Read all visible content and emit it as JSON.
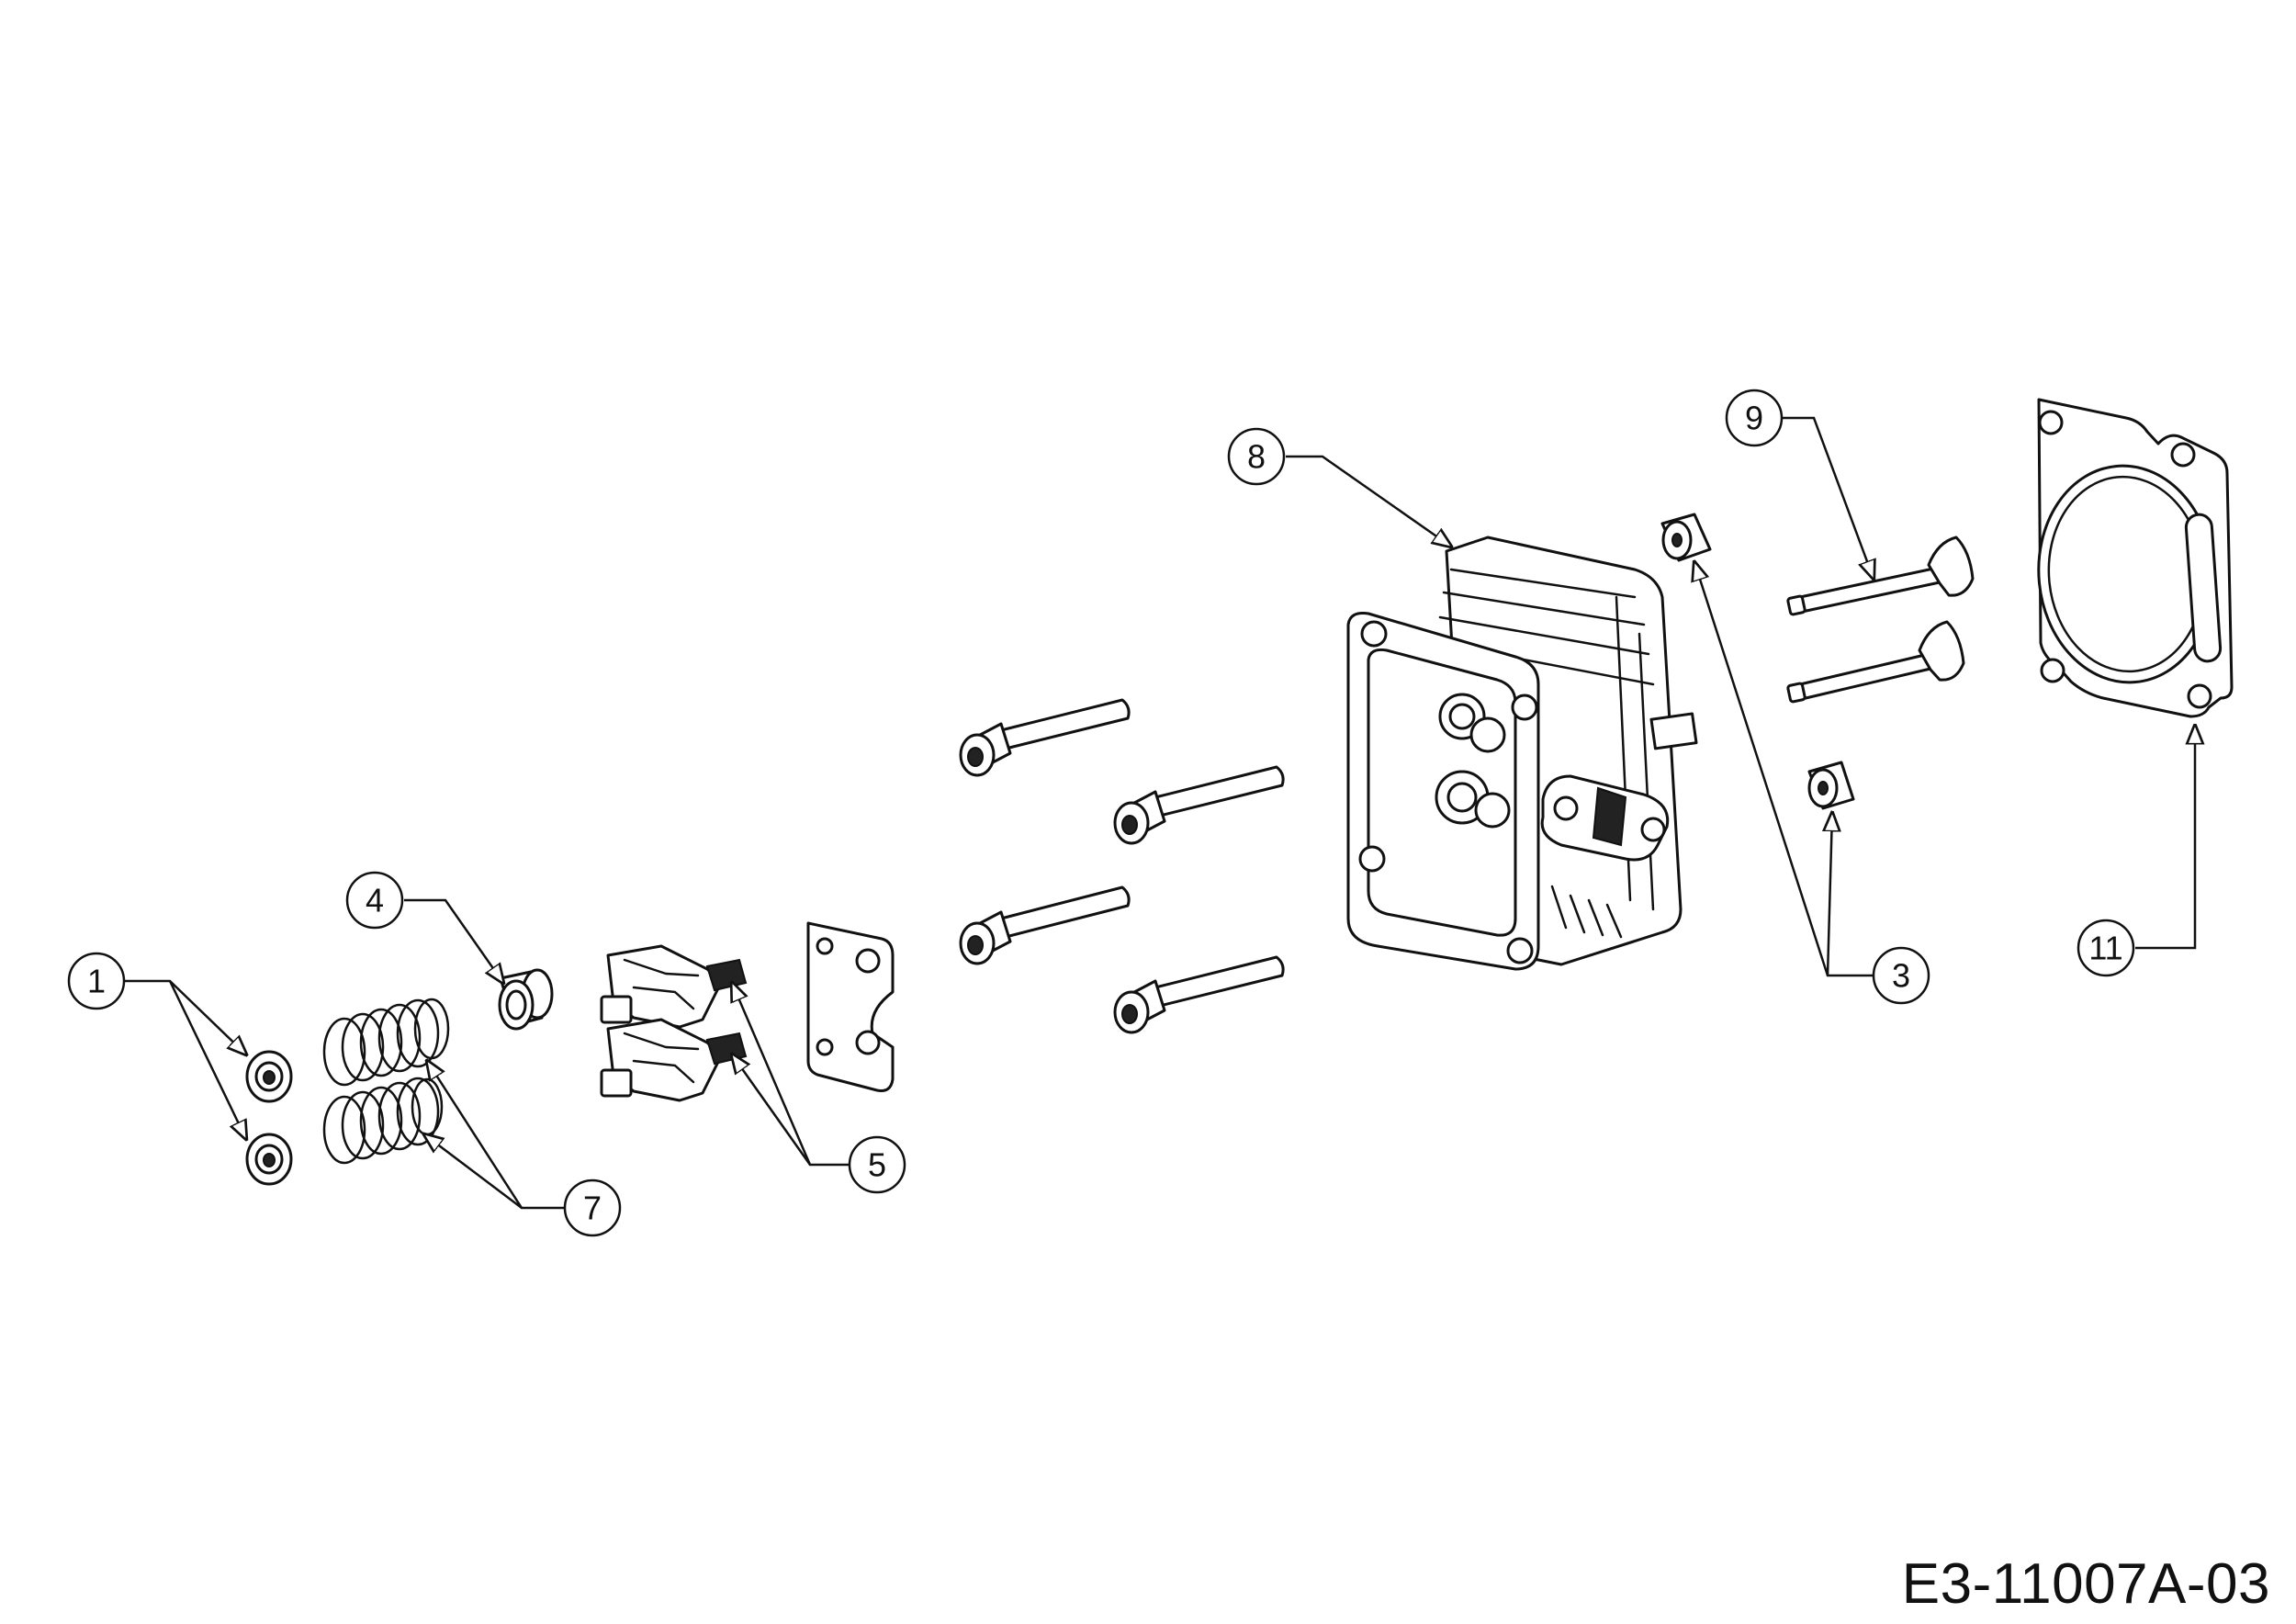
{
  "drawing_code": "E3-11007A-03",
  "callouts": [
    {
      "id": "callout-1",
      "label": "1"
    },
    {
      "id": "callout-3",
      "label": "3"
    },
    {
      "id": "callout-4",
      "label": "4"
    },
    {
      "id": "callout-5",
      "label": "5"
    },
    {
      "id": "callout-7",
      "label": "7"
    },
    {
      "id": "callout-8",
      "label": "8"
    },
    {
      "id": "callout-9",
      "label": "9"
    },
    {
      "id": "callout-11",
      "label": "11"
    }
  ]
}
